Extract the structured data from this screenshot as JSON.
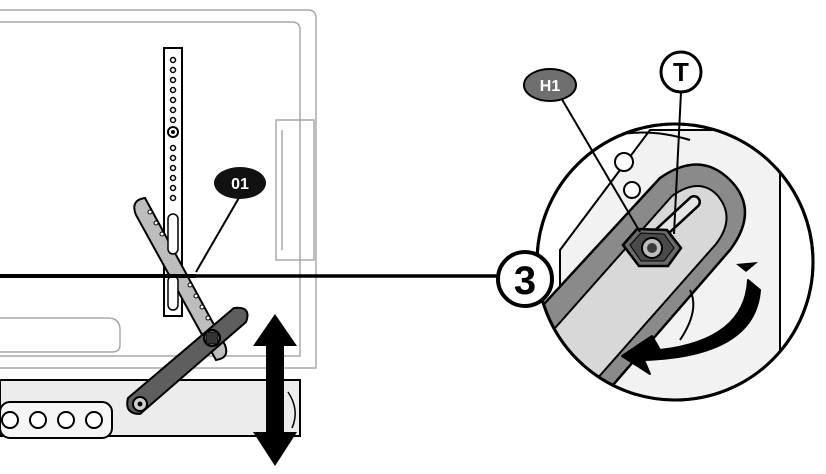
{
  "callouts": {
    "part_01": "01",
    "step_3": "3",
    "h1": "H1",
    "t": "T"
  },
  "colors": {
    "line": "#000000",
    "tv_outline": "#9a9a9a",
    "arm_gray": "#5a5a5a",
    "badge_dark": "#111111",
    "badge_gray": "#6f6f6f"
  },
  "icons": {
    "adjust_arrow": "double-vertical-arrow-icon",
    "rotate_arrow": "rotate-arrow-icon"
  }
}
